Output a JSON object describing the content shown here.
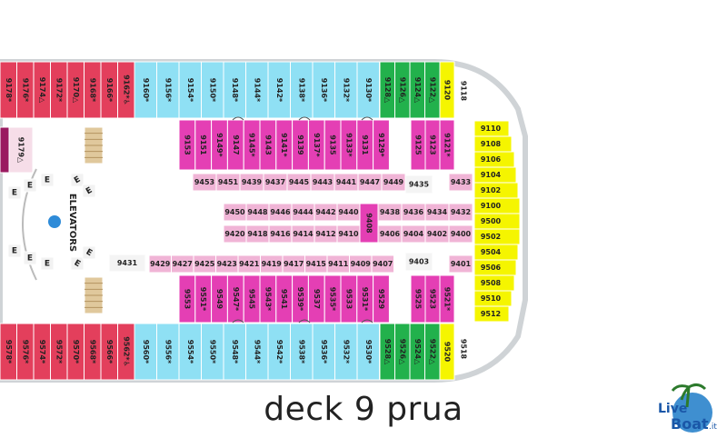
{
  "caption": "deck 9 prua",
  "colors": {
    "red": "#e33f5c",
    "lightblue": "#8fe0f4",
    "green": "#22b14c",
    "yellow": "#f5f500",
    "magenta": "#e43fb4",
    "pink": "#f0b4d6",
    "hull": "#cfd3d6",
    "darkmagenta": "#9a1a60"
  },
  "labels": {
    "elevators": "ELEVATORS",
    "elevator_letter": "E",
    "logo_line1": "Live",
    "logo_line2": "Boat",
    "logo_suffix": ".it"
  },
  "cabins": {
    "top_red": [
      "9178*",
      "9176*",
      "9174△",
      "9172*",
      "9170△",
      "9168*",
      "9166*",
      "9162*♿"
    ],
    "top_blue": [
      "9160*",
      "9156*",
      "9154*",
      "9150*",
      "9148*",
      "9144*",
      "9142*",
      "9138*",
      "9136*",
      "9132*",
      "9130*"
    ],
    "top_green": [
      "9128△",
      "9126△",
      "9124△",
      "9122△"
    ],
    "top_yellow": [
      "9120"
    ],
    "top_end": [
      "9118"
    ],
    "upper_magenta": [
      "9153",
      "9151",
      "9149*",
      "9147",
      "9145*",
      "9143",
      "9141*",
      "9139",
      "9137*",
      "9135",
      "9133*",
      "9131",
      "9129*"
    ],
    "upper_pair": [
      "9125",
      "9123",
      "9121*"
    ],
    "upper_pink": [
      "9453",
      "9451",
      "9439",
      "9437",
      "9445",
      "9443",
      "9441",
      "9447",
      "9449"
    ],
    "upper_right": [
      "9435",
      "9433"
    ],
    "mid_left_top": [
      "9450",
      "9448",
      "9446",
      "9444",
      "9442",
      "9440"
    ],
    "mid_left_bottom": [
      "9420",
      "9418",
      "9416",
      "9414",
      "9412",
      "9410"
    ],
    "mid_center": "9408",
    "mid_right_top": [
      "9438",
      "9436",
      "9434",
      "9432"
    ],
    "mid_right_bottom": [
      "9406",
      "9404",
      "9402",
      "9400"
    ],
    "lower_left": "9431",
    "lower_pink": [
      "9429",
      "9427",
      "9425",
      "9423",
      "9421",
      "9419",
      "9417",
      "9415",
      "9411",
      "9409",
      "9407"
    ],
    "lower_right": [
      "9403",
      "9401"
    ],
    "lower_magenta": [
      "9553",
      "9551*",
      "9549",
      "9547*",
      "9545",
      "9543*",
      "9541",
      "9539*",
      "9537",
      "9535*",
      "9533",
      "9531*",
      "9529"
    ],
    "lower_pair": [
      "9525",
      "9523",
      "9521*"
    ],
    "bow_yellow": [
      "9110",
      "9108",
      "9106",
      "9104",
      "9102",
      "9100",
      "9500",
      "9502",
      "9504",
      "9506",
      "9508",
      "9510",
      "9512"
    ],
    "bottom_red": [
      "9578*",
      "9576*",
      "9574*",
      "9572*",
      "9570*",
      "9568*",
      "9566*",
      "9562*♿"
    ],
    "bottom_blue": [
      "9560*",
      "9556*",
      "9554*",
      "9550*",
      "9548*",
      "9544*",
      "9542*",
      "9538*",
      "9536*",
      "9532*",
      "9530*"
    ],
    "bottom_green": [
      "9528△",
      "9526△",
      "9524△",
      "9522△"
    ],
    "bottom_yellow": [
      "9520"
    ],
    "bottom_end": [
      "9518"
    ],
    "left_small": "9179△"
  }
}
